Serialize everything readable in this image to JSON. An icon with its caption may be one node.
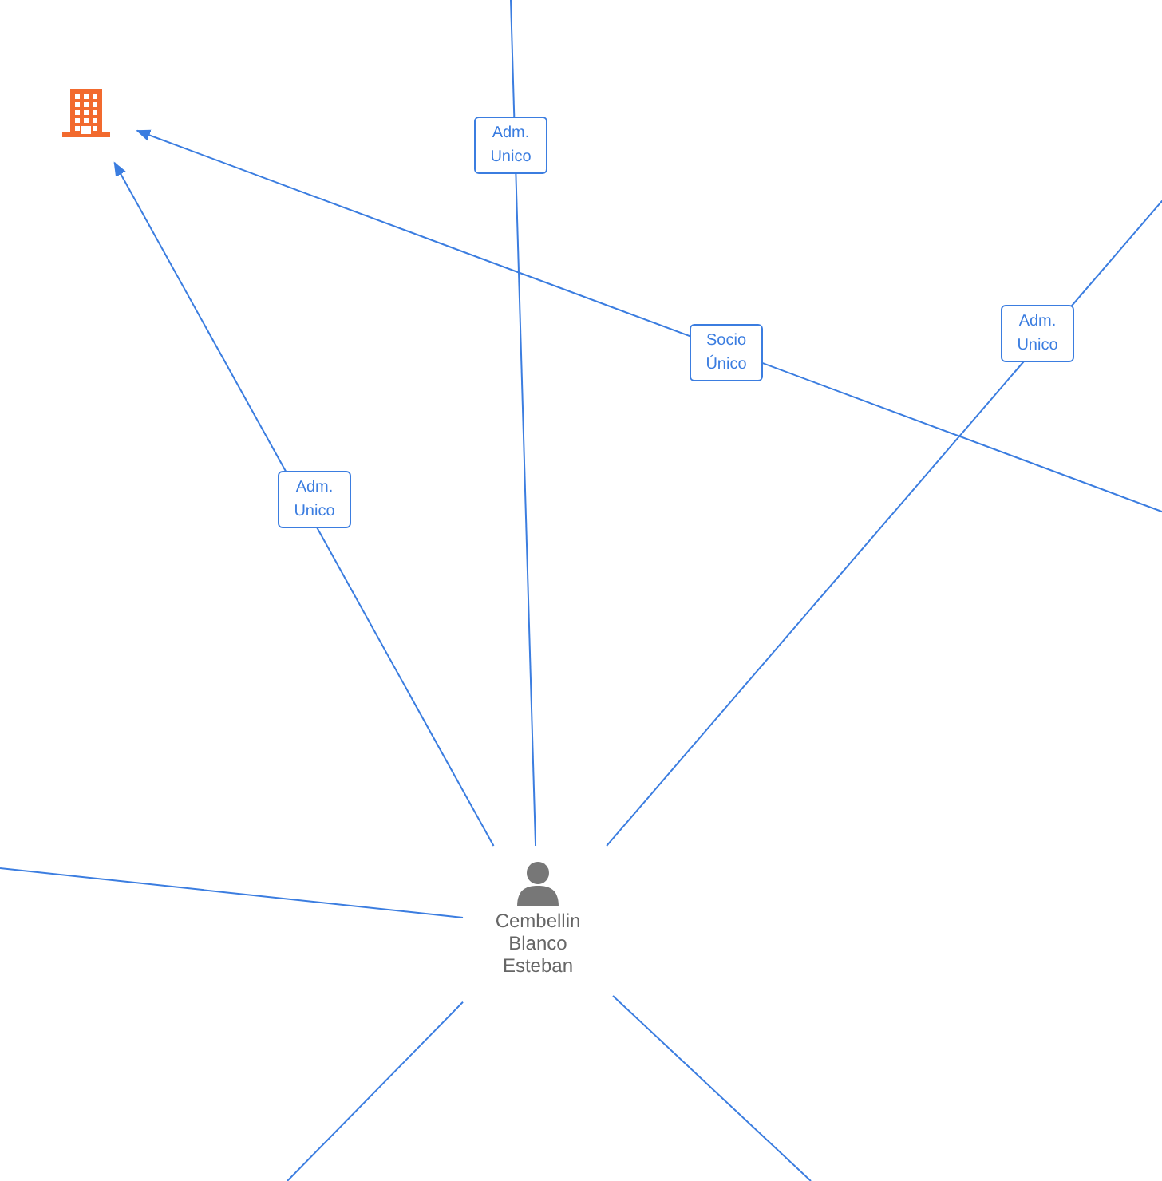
{
  "diagram": {
    "nodes": [
      {
        "text": [],
        "shape": "building"
      },
      {
        "text": [
          "Cembellin Blanco Esteban"
        ]
      }
    ],
    "edges": [
      {
        "from": 1,
        "to": 0,
        "arrow": "to",
        "label": "Adm. Unico"
      },
      {
        "from": null,
        "to": 1,
        "arrow": "none",
        "label": "Adm. Unico"
      },
      {
        "from": null,
        "to": 1,
        "arrow": "none",
        "label": "Adm. Unico"
      },
      {
        "from": null,
        "to": 0,
        "arrow": "to",
        "label": "Socio Único"
      },
      {
        "from": null,
        "to": 1,
        "arrow": "none"
      },
      {
        "from": null,
        "to": 1,
        "arrow": "none"
      },
      {
        "from": null,
        "to": 1,
        "arrow": "none"
      }
    ]
  }
}
